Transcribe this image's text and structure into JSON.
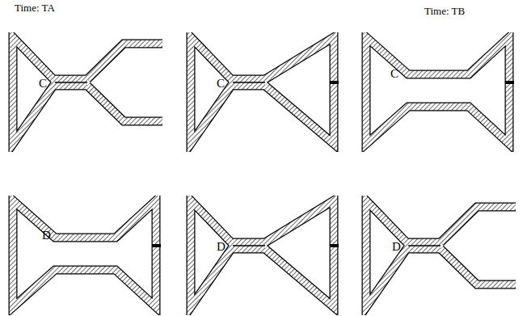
{
  "diagram": {
    "nodes": [
      {
        "text": [
          "C"
        ]
      },
      {
        "text": [
          "C"
        ]
      },
      {
        "text": [
          "C"
        ]
      },
      {
        "text": [
          "D"
        ]
      },
      {
        "text": [
          "D"
        ]
      },
      {
        "text": [
          "D"
        ]
      }
    ],
    "labels": [
      "Time: TA",
      "Time: TB"
    ]
  }
}
